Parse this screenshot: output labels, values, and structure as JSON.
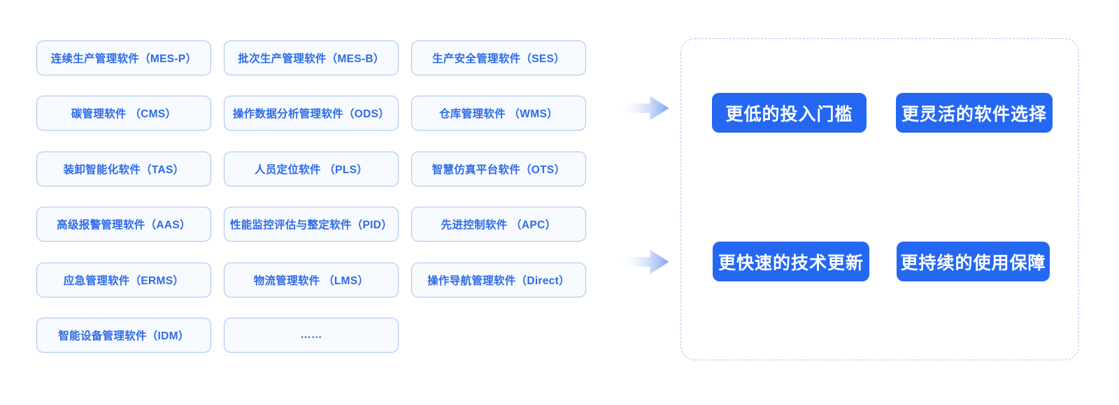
{
  "colors": {
    "badge_blue": "#2468F2",
    "box_fill": "#F7FAFE",
    "box_border": "#A6C3F1",
    "box_text_blue": "#2E6BE8",
    "panel_dashed_border": "#AAC5F2",
    "arrow_gradient_end": "#7EA4F0"
  },
  "modules": {
    "labels": [
      "连续生产管理软件（MES-P）",
      "批次生产管理软件（MES-B）",
      "生产安全管理软件（SES）",
      "碳管理软件 （CMS）",
      "操作数据分析管理软件（ODS）",
      "仓库管理软件 （WMS）",
      "装卸智能化软件（TAS）",
      "人员定位软件 （PLS）",
      "智慧仿真平台软件（OTS）",
      "高级报警管理软件（AAS）",
      "性能监控评估与整定软件（PID）",
      "先进控制软件 （APC）",
      "应急管理软件（ERMS）",
      "物流管理软件 （LMS）",
      "操作导航管理软件（Direct）",
      "智能设备管理软件（IDM）",
      "……"
    ]
  },
  "benefits": {
    "labels": [
      "更低的投入门槛",
      "更灵活的软件选择",
      "更快速的技术更新",
      "更持续的使用保障"
    ]
  }
}
